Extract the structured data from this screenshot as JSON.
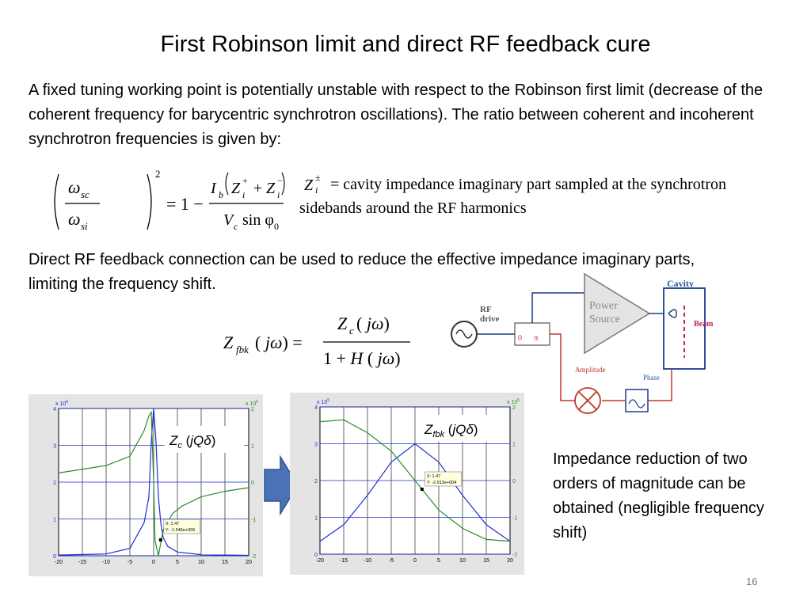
{
  "title": "First Robinson limit and direct RF feedback cure",
  "paragraph1": "A fixed tuning working point is potentially unstable with respect to the Robinson first limit (decrease of the coherent frequency  for barycentric synchrotron oscillations). The ratio between coherent and incoherent synchrotron frequencies is given by:",
  "zdef_text": " = cavity impedance imaginary part sampled at the synchrotron sidebands around the RF harmonics",
  "paragraph2": "Direct RF feedback connection can be used to reduce the effective impedance imaginary parts, limiting the frequency shift.",
  "reduction_text": "Impedance reduction of two orders of magnitude can be obtained (negligible frequency shift)",
  "page_number": "16",
  "diagram": {
    "rf_drive": "RF\ndrive",
    "power_source": "Power\nSource",
    "cavity": "Cavity",
    "beam": "Beam",
    "amplitude": "Amplitude",
    "phase": "Phase",
    "zero": "0",
    "pi": "π"
  },
  "chart_data": [
    {
      "type": "line",
      "label": "Zc(jQδ)",
      "x_ticks": [
        "-20",
        "-15",
        "-10",
        "-5",
        "0",
        "5",
        "10",
        "15",
        "20"
      ],
      "y_left_ticks": [
        "0",
        "1",
        "2",
        "3",
        "4"
      ],
      "y_right_ticks": [
        "-2",
        "-1",
        "0",
        "1",
        "2"
      ],
      "left_exponent": "x 10^6",
      "right_exponent": "x 10^6",
      "xlim": [
        -20,
        20
      ],
      "ylim": [
        0,
        4
      ],
      "series": [
        {
          "color": "#1f2fd0",
          "x": [
            -20,
            -10,
            -5,
            -2,
            -1,
            -0.5,
            0,
            0.5,
            1,
            1.5,
            2,
            3,
            5,
            10,
            20
          ],
          "y": [
            0.02,
            0.05,
            0.2,
            0.9,
            1.6,
            3.1,
            4.0,
            3.1,
            1.6,
            0.9,
            0.5,
            0.25,
            0.1,
            0.03,
            0.01
          ]
        },
        {
          "color": "#2a8a2a",
          "x": [
            -20,
            -10,
            -5,
            -2,
            -1,
            -0.5,
            0,
            0.3,
            1,
            2,
            4,
            6,
            10,
            15,
            20
          ],
          "y": [
            2.25,
            2.45,
            2.7,
            3.4,
            3.8,
            3.9,
            2.0,
            0.4,
            0.0,
            0.7,
            1.15,
            1.35,
            1.6,
            1.75,
            1.85
          ]
        }
      ],
      "datatip": {
        "x": 1.47,
        "y": -1546000,
        "x_label": "X: 1.47",
        "y_label": "Y: -1.546e+006"
      }
    },
    {
      "type": "line",
      "label": "Zfbk(jQδ)",
      "x_ticks": [
        "-20",
        "-15",
        "-10",
        "-5",
        "0",
        "5",
        "10",
        "15",
        "20"
      ],
      "y_left_ticks": [
        "0",
        "1",
        "2",
        "3",
        "4"
      ],
      "y_right_ticks": [
        "-2",
        "-1",
        "0",
        "1",
        "2"
      ],
      "left_exponent": "x 10^5",
      "right_exponent": "x 10^5",
      "xlim": [
        -20,
        20
      ],
      "ylim": [
        0,
        4
      ],
      "series": [
        {
          "color": "#1f2fd0",
          "x": [
            -20,
            -15,
            -10,
            -5,
            0,
            5,
            10,
            15,
            20
          ],
          "y": [
            0.35,
            0.8,
            1.6,
            2.5,
            3.0,
            2.5,
            1.6,
            0.8,
            0.35
          ]
        },
        {
          "color": "#2a8a2a",
          "x": [
            -20,
            -15,
            -10,
            -5,
            0,
            5,
            10,
            15,
            20
          ],
          "y": [
            3.6,
            3.65,
            3.3,
            2.8,
            2.0,
            1.2,
            0.7,
            0.4,
            0.35
          ]
        }
      ],
      "datatip": {
        "x": 1.47,
        "y": -29130,
        "x_label": "X: 1.47",
        "y_label": "Y: -2.913e+004"
      }
    }
  ]
}
